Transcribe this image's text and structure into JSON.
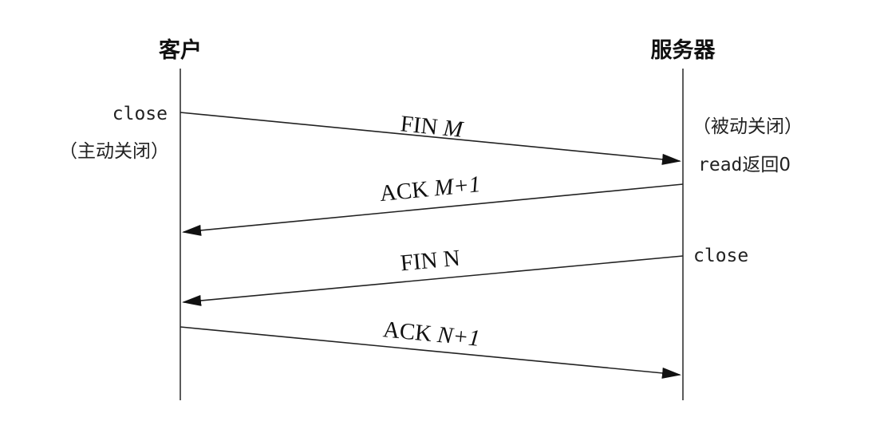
{
  "participants": {
    "client": {
      "label": "客户"
    },
    "server": {
      "label": "服务器"
    }
  },
  "annotations": {
    "client_close": "close",
    "client_active_close": "（主动关闭）",
    "server_passive_close": "（被动关闭）",
    "server_read_prefix": "read",
    "server_read_suffix": "返回0",
    "server_close": "close"
  },
  "messages": [
    {
      "prefix": "FIN ",
      "suffix": "M",
      "direction": "to-server"
    },
    {
      "prefix": "ACK ",
      "suffix": "M+1",
      "direction": "to-client"
    },
    {
      "prefix": "FIN ",
      "suffix": "N",
      "direction": "to-client"
    },
    {
      "prefix": "ACK ",
      "suffix": "N+1",
      "direction": "to-server"
    }
  ],
  "colors": {
    "ink": "#222222",
    "background": "#ffffff"
  }
}
